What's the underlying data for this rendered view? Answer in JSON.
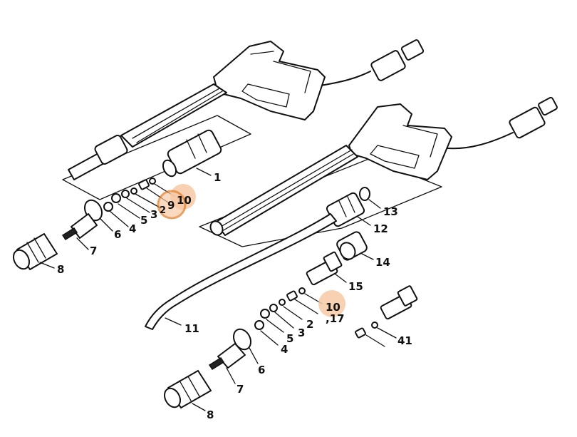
{
  "labels": {
    "l1": "1",
    "l2a": "2",
    "l3a": "3",
    "l4a": "4",
    "l5a": "5",
    "l6a": "6",
    "l7a": "7",
    "l8a": "8",
    "l9": "9",
    "l10a": "10",
    "l11": "11",
    "l12": "12",
    "l13": "13",
    "l14": "14",
    "l15": "15",
    "l10b": "10",
    "l17": ",17",
    "l2b": "2",
    "l3b": "3",
    "l4b": "4",
    "l5b": "5",
    "l6b": "6",
    "l7b": "7",
    "l8b": "8",
    "l41": "41"
  },
  "highlight_colors": {
    "soft": "#f7c9a6",
    "ring": "#e07a22"
  }
}
